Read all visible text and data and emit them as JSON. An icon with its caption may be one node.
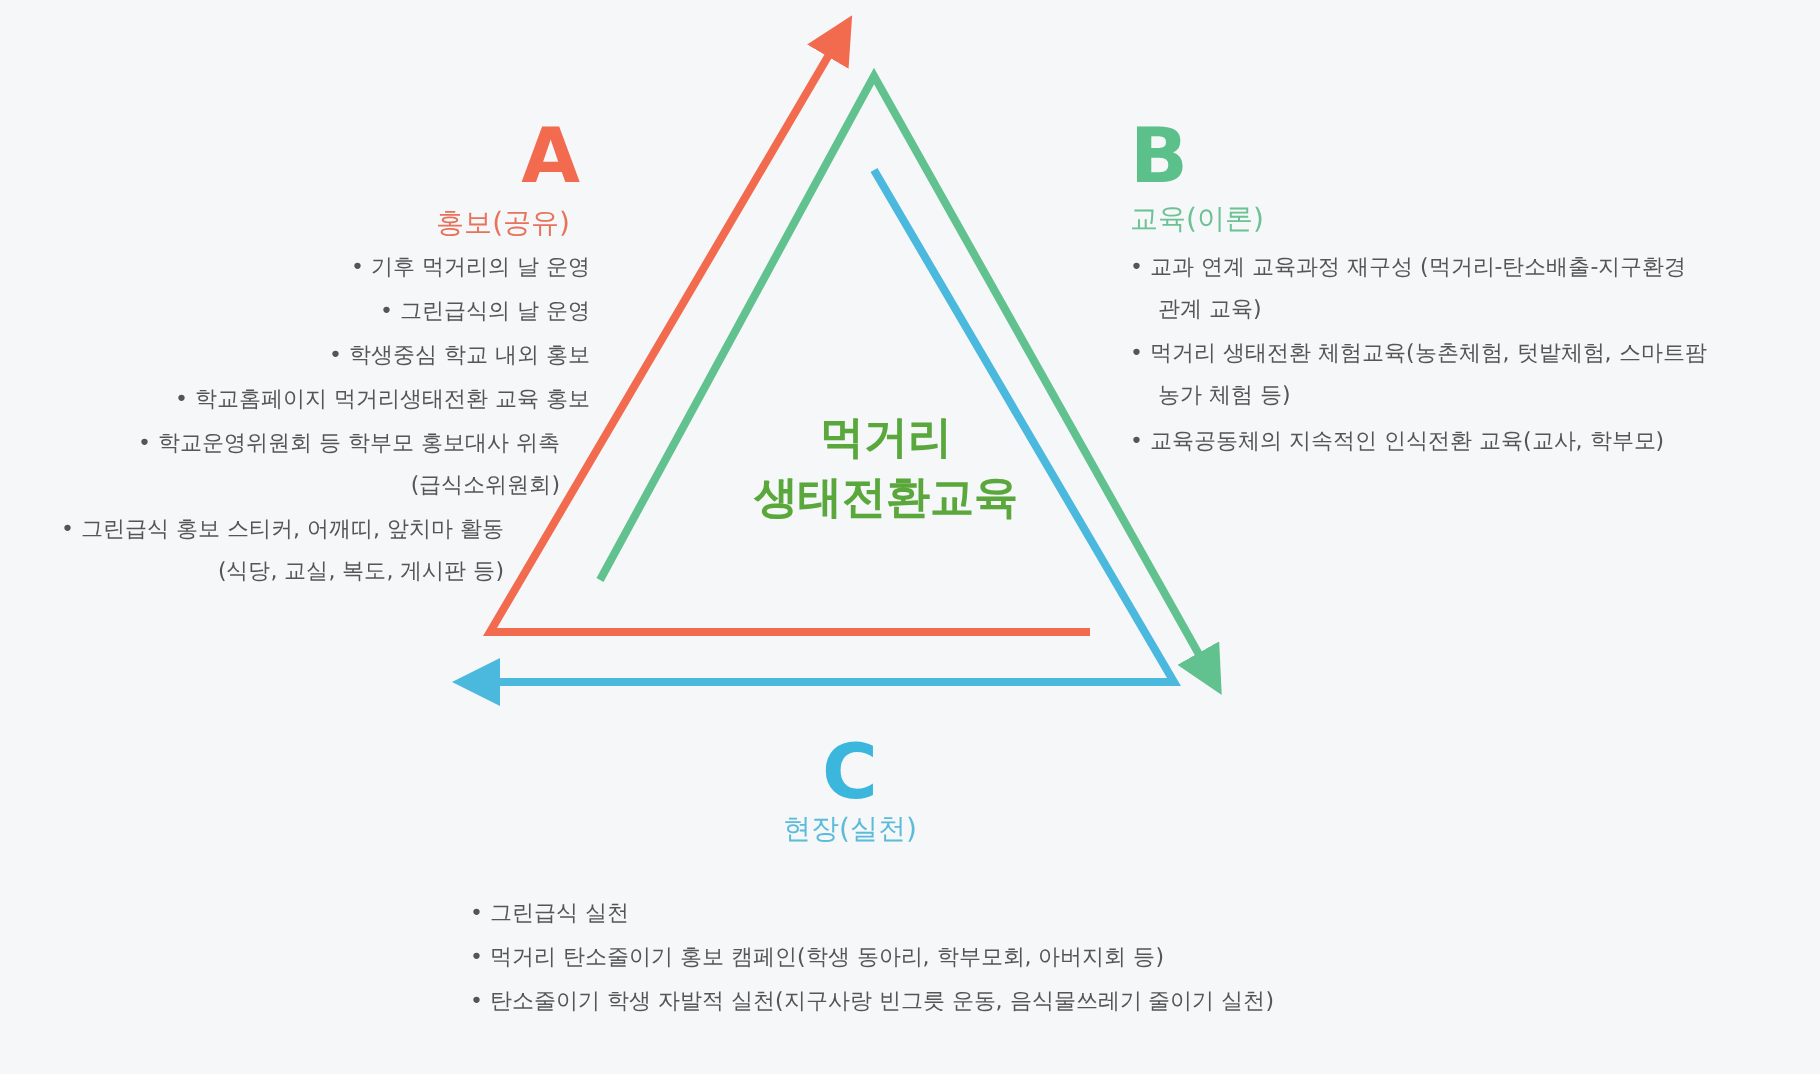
{
  "diagram": {
    "labels": [
      "A",
      "홍보(공유)",
      "• 기후 먹거리의 날 운영",
      "• 그린급식의 날 운영",
      "• 학생중심 학교 내외 홍보",
      "• 학교홈페이지 먹거리생태전환 교육 홍보",
      "• 학교운영위원회 등 학부모 홍보대사 위촉(급식소위원회)",
      "• 그린급식 홍보 스티커, 어깨띠, 앞치마 활동 (식당, 교실, 복도, 게시판 등)",
      "먹거리 생태전환교육",
      "B",
      "교육(이론)",
      "• 교과 연계 교육과정 재구성 (먹거리-탄소배출-지구환경 관계 교육)",
      "• 먹거리 생태전환 체험교육(농촌체험, 텃밭체험, 스마트팜 농가 체험 등)",
      "• 교육공동체의 지속적인 인식전환 교육(교사, 학부모)",
      "C",
      "현장(실천)",
      "• 그린급식 실천",
      "• 먹거리 탄소줄이기 홍보 캠페인(학생 동아리, 학부모회, 아버지회 등)",
      "• 탄소줄이기 학생 자발적 실천(지구사랑 빈그릇 운동, 음식물쓰레기 줄이기 실천)"
    ]
  }
}
